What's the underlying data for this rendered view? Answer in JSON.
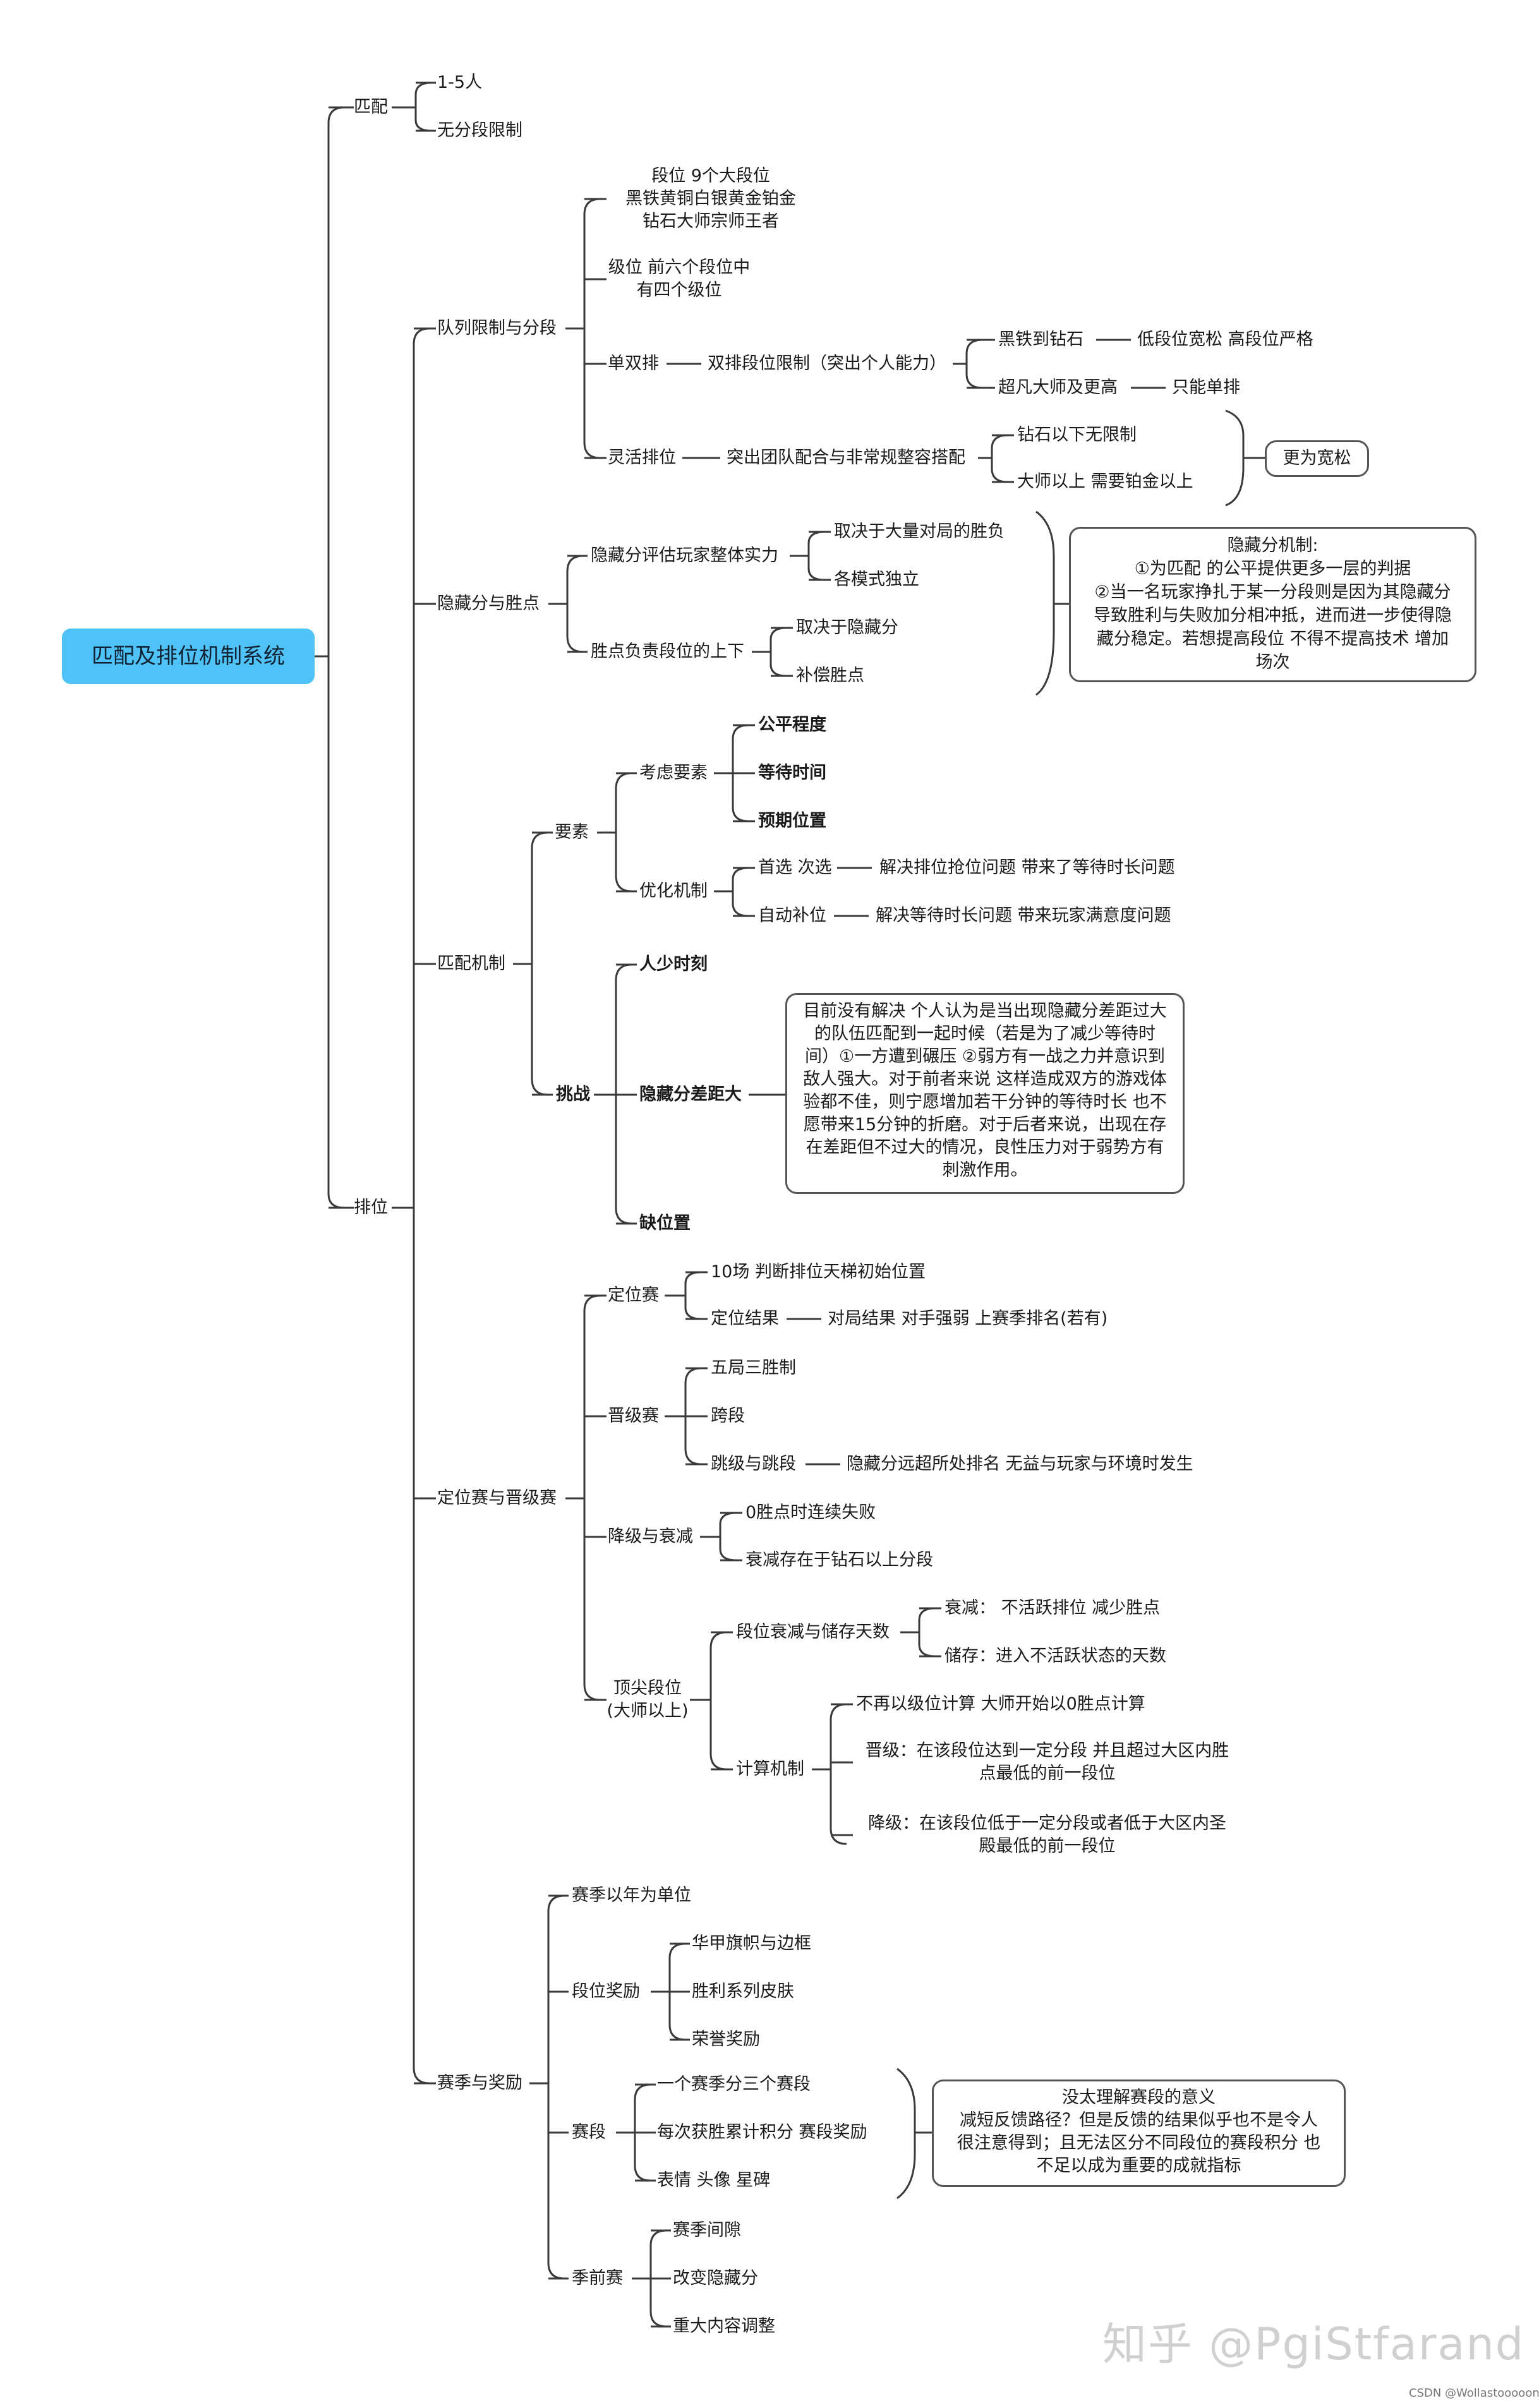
{
  "root": "匹配及排位机制系统",
  "match": {
    "title": "匹配",
    "items": [
      "1-5人",
      "无分段限制"
    ]
  },
  "rank": {
    "title": "排位",
    "team": {
      "title": "队列限制与分段",
      "tier_lines": [
        "段位 9个大段位",
        "黑铁黄铜白银黄金铂金",
        "钻石大师宗师王者"
      ],
      "level_lines": [
        "级位 前六个段位中",
        "有四个级位"
      ],
      "solo_duo": "单双排",
      "duo_limit": "双排段位限制（突出个人能力）",
      "iron_diamond": "黑铁到钻石",
      "low_loose": "低段位宽松 高段位严格",
      "master_up": "超凡大师及更高",
      "solo_only": "只能单排",
      "flex": "灵活排位",
      "flex_desc": "突出团队配合与非常规整容搭配",
      "flex_a": "钻石以下无限制",
      "flex_b": "大师以上 需要铂金以上",
      "looser": "更为宽松"
    },
    "hidden": {
      "title": "隐藏分与胜点",
      "mmr": "隐藏分评估玩家整体实力",
      "mmr_a": "取决于大量对局的胜负",
      "mmr_b": "各模式独立",
      "lp": "胜点负责段位的上下",
      "lp_a": "取决于隐藏分",
      "lp_b": "补偿胜点",
      "note_lines": [
        "隐藏分机制:",
        "①为匹配 的公平提供更多一层的判据",
        "②当一名玩家挣扎于某一分段则是因为其隐藏分",
        "导致胜利与失败加分相冲抵，进而进一步使得隐",
        "藏分稳定。若想提高段位 不得不提高技术 增加",
        "场次"
      ]
    },
    "mm": {
      "title": "匹配机制",
      "elements": "要素",
      "consider": "考虑要素",
      "fair": "公平程度",
      "wait": "等待时间",
      "pos": "预期位置",
      "opt": "优化机制",
      "pick": "首选 次选",
      "pick_desc": "解决排位抢位问题 带来了等待时长问题",
      "autofill": "自动补位",
      "autofill_desc": "解决等待时长问题 带来玩家满意度问题",
      "challenge": "挑战",
      "few": "人少时刻",
      "gap": "隐藏分差距大",
      "lack": "缺位置",
      "gap_note_lines": [
        "目前没有解决 个人认为是当出现隐藏分差距过大",
        "的队伍匹配到一起时候（若是为了减少等待时",
        "间）①一方遭到碾压 ②弱方有一战之力并意识到",
        "敌人强大。对于前者来说 这样造成双方的游戏体",
        "验都不佳，则宁愿增加若干分钟的等待时长 也不",
        "愿带来15分钟的折磨。对于后者来说，出现在存",
        "在差距但不过大的情况，良性压力对于弱势方有",
        "刺激作用。"
      ]
    },
    "promo": {
      "title": "定位赛与晋级赛",
      "placement": "定位赛",
      "p_a": "10场 判断排位天梯初始位置",
      "p_b": "定位结果",
      "p_b_desc": "对局结果 对手强弱 上赛季排名(若有)",
      "series": "晋级赛",
      "s_a": "五局三胜制",
      "s_b": "跨段",
      "s_c": "跳级与跳段",
      "s_c_desc": "隐藏分远超所处排名 无益与玩家与环境时发生",
      "demote": "降级与衰减",
      "d_a": "0胜点时连续失败",
      "d_b": "衰减存在于钻石以上分段",
      "apex_lines": [
        "顶尖段位",
        "(大师以上)"
      ],
      "decay_store": "段位衰减与储存天数",
      "decay": "衰减： 不活跃排位 减少胜点",
      "store": "储存：进入不活跃状态的天数",
      "calc": "计算机制",
      "c_a": "不再以级位计算 大师开始以0胜点计算",
      "c_b_lines": [
        "晋级：在该段位达到一定分段 并且超过大区内胜",
        "点最低的前一段位"
      ],
      "c_c_lines": [
        "降级：在该段位低于一定分段或者低于大区内圣",
        "殿最低的前一段位"
      ]
    },
    "season": {
      "title": "赛季与奖励",
      "year": "赛季以年为单位",
      "tier_reward": "段位奖励",
      "tr_a": "华甲旗帜与边框",
      "tr_b": "胜利系列皮肤",
      "tr_c": "荣誉奖励",
      "split": "赛段",
      "sp_a": "一个赛季分三个赛段",
      "sp_b": "每次获胜累计积分 赛段奖励",
      "sp_c": "表情 头像 星碑",
      "split_note_lines": [
        "没太理解赛段的意义",
        "减短反馈路径？但是反馈的结果似乎也不是令人",
        "很注意得到；且无法区分不同段位的赛段积分 也",
        "不足以成为重要的成就指标"
      ],
      "pre": "季前赛",
      "pre_a": "赛季间隙",
      "pre_b": "改变隐藏分",
      "pre_c": "重大内容调整"
    }
  },
  "watermark": "知乎 @PgiStfarand",
  "credit": "CSDN @Wollastooooon"
}
